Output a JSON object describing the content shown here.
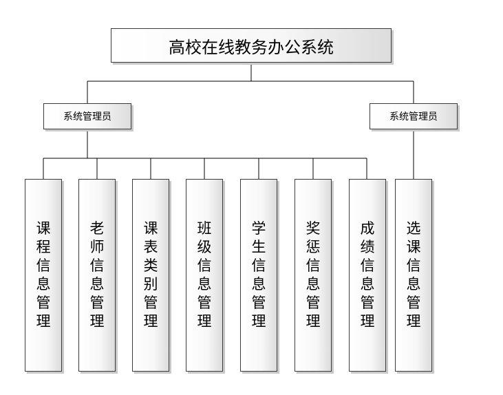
{
  "root": {
    "label": "高校在线教务办公系统"
  },
  "managers": [
    {
      "label": "系统管理员"
    },
    {
      "label": "系统管理员"
    }
  ],
  "modules": [
    {
      "label": "课程信息管理"
    },
    {
      "label": "老师信息管理"
    },
    {
      "label": "课表类别管理"
    },
    {
      "label": "班级信息管理"
    },
    {
      "label": "学生信息管理"
    },
    {
      "label": "奖惩信息管理"
    },
    {
      "label": "成绩信息管理"
    },
    {
      "label": "选课信息管理"
    }
  ],
  "colors": {
    "line": "#000000",
    "border": "#3a3a3a",
    "shadow": "#c9c9c9"
  }
}
